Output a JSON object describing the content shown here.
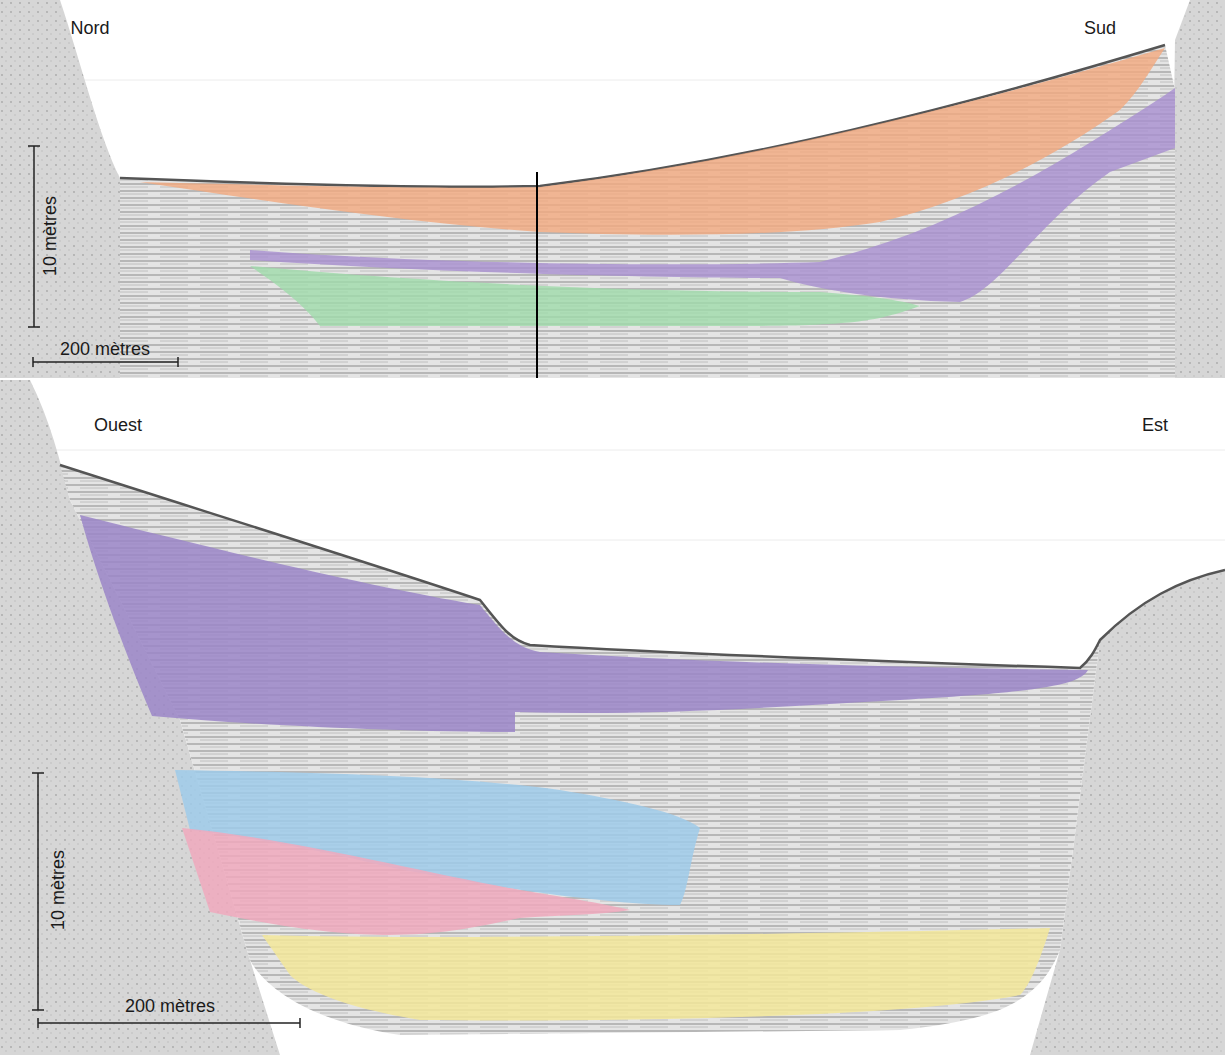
{
  "diagram": {
    "labels": [
      "Nord",
      "Sud",
      "10 mètres",
      "200 mètres",
      "Ouest",
      "Est",
      "10 mètres",
      "200 mètres"
    ]
  }
}
